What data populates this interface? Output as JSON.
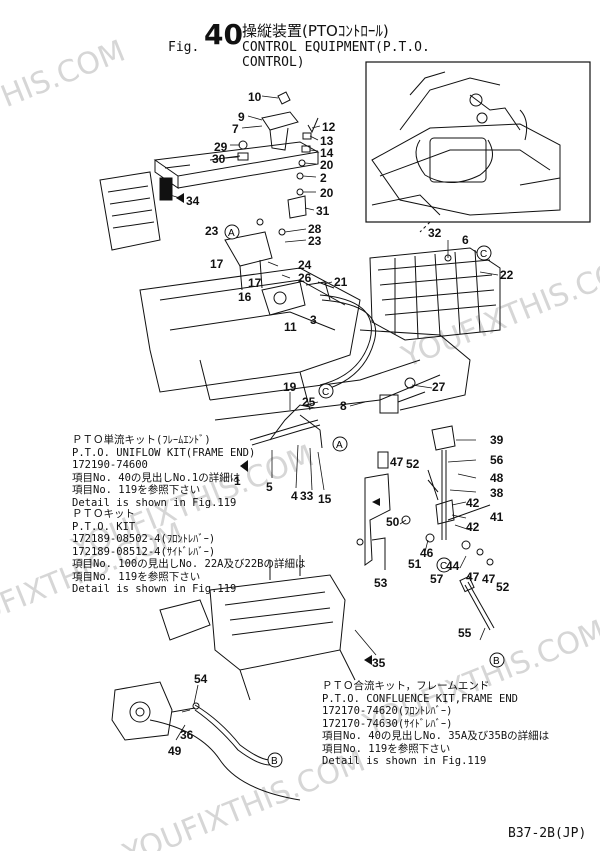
{
  "header": {
    "fig_prefix": "Fig.",
    "fig_number": "40",
    "title_jp": "操縦装置(PTOｺﾝﾄﾛｰﾙ)",
    "title_en": "CONTROL EQUIPMENT(P.T.O. CONTROL)"
  },
  "notes": {
    "uniflow": [
      "ＰＴＯ単流キット(ﾌﾚｰﾑｴﾝﾄﾞ)",
      "P.T.O. UNIFLOW KIT(FRAME END)",
      "172190-74600",
      "項目No. 40の見出しNo.1の詳細は",
      "項目No. 119を参照下さい",
      "Detail is shown in Fig.119"
    ],
    "kit": [
      "ＰＴＯキット",
      "P.T.O. KIT",
      "172189-08502-4(ﾌﾛﾝﾄﾚﾊﾞｰ)",
      "172189-08512-4(ｻｲﾄﾞﾚﾊﾞｰ)",
      "項目No. 100の見出しNo. 22A及び22Bの詳細は",
      "項目No. 119を参照下さい",
      "Detail is shown in Fig.119"
    ],
    "confluence": [
      "ＰＴＯ合流キット，フレームエンド",
      "P.T.O. CONFLUENCE KIT,FRAME END",
      "172170-74620(ﾌﾛﾝﾄﾚﾊﾞｰ)",
      "172170-74630(ｻｲﾄﾞﾚﾊﾞｰ)",
      "項目No. 40の見出しNo. 35A及び35Bの詳細は",
      "項目No. 119を参照下さい",
      "Detail is shown in Fig.119"
    ]
  },
  "watermark": "YOUFIXTHIS.COM",
  "page_code": "B37-2B(JP)",
  "callouts": [
    "10",
    "9",
    "12",
    "7",
    "13",
    "29",
    "14",
    "30",
    "20",
    "2",
    "20",
    "34",
    "31",
    "28",
    "23",
    "23",
    "17",
    "24",
    "26",
    "17",
    "21",
    "16",
    "11",
    "3",
    "32",
    "6",
    "22",
    "19",
    "25",
    "8",
    "27",
    "5",
    "4",
    "33",
    "15",
    "1",
    "39",
    "47",
    "52",
    "56",
    "48",
    "38",
    "42",
    "50",
    "41",
    "42",
    "46",
    "51",
    "44",
    "57",
    "47",
    "47",
    "52",
    "53",
    "55",
    "35",
    "54",
    "36",
    "49"
  ],
  "circle_refs": [
    "A",
    "C",
    "C",
    "A",
    "C",
    "B",
    "B"
  ]
}
